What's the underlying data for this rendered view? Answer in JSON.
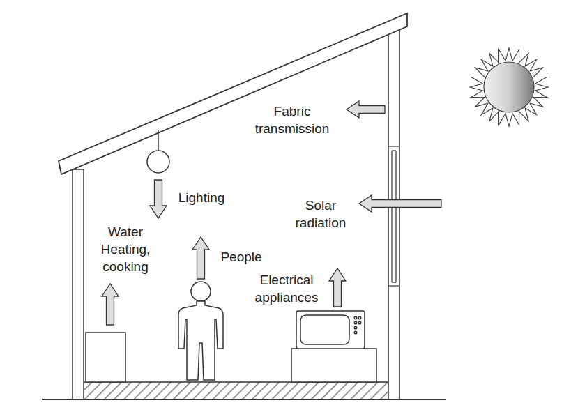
{
  "diagram": {
    "labels": [
      "Fabric transmission",
      "Lighting",
      "Solar radiation",
      "Water Heating, cooking",
      "People",
      "Electrical appliances"
    ]
  }
}
